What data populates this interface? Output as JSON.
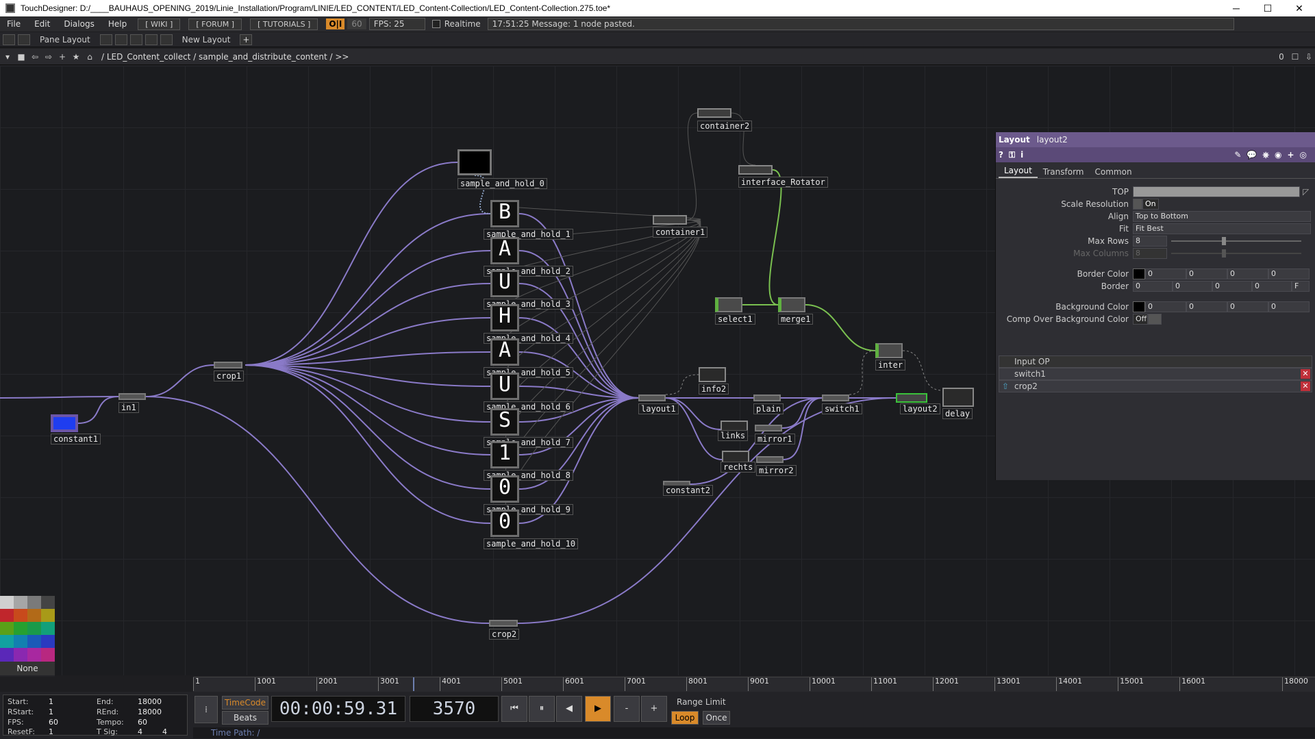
{
  "window": {
    "title": "TouchDesigner: D:/____BAUHAUS_OPENING_2019/Linie_Installation/Program/LINIE/LED_CONTENT/LED_Content-Collection/LED_Content-Collection.275.toe*",
    "minimize": "─",
    "maximize": "☐",
    "close": "✕"
  },
  "menu": {
    "items": [
      "File",
      "Edit",
      "Dialogs",
      "Help"
    ],
    "wiki": "[ WIKI ]",
    "forum": "[ FORUM ]",
    "tutorials": "[ TUTORIALS ]",
    "rt_badge": "O|I",
    "sixty": "60",
    "fps": "FPS:  25",
    "realtime": "Realtime",
    "message": "17:51:25 Message: 1 node pasted."
  },
  "panebar": {
    "pane_layout": "Pane Layout",
    "new_layout": "New Layout",
    "plus": "+"
  },
  "pathbar": {
    "path": "/ LED_Content_collect  /  sample_and_distribute_content  /  >>",
    "right_zero": "0"
  },
  "nodes": [
    {
      "name": "sample_and_hold_0"
    },
    {
      "name": "container2"
    },
    {
      "name": "interface_Rotator"
    },
    {
      "name": "container1"
    },
    {
      "name": "sample_and_hold_1",
      "glyph": "B"
    },
    {
      "name": "sample_and_hold_2",
      "glyph": "A"
    },
    {
      "name": "sample_and_hold_3",
      "glyph": "U"
    },
    {
      "name": "sample_and_hold_4",
      "glyph": "H"
    },
    {
      "name": "sample_and_hold_5",
      "glyph": "A"
    },
    {
      "name": "sample_and_hold_6",
      "glyph": "U"
    },
    {
      "name": "sample_and_hold_7",
      "glyph": "S"
    },
    {
      "name": "sample_and_hold_8",
      "glyph": "1"
    },
    {
      "name": "sample_and_hold_9",
      "glyph": "0"
    },
    {
      "name": "sample_and_hold_10",
      "glyph": "0"
    },
    {
      "name": "crop1"
    },
    {
      "name": "in1"
    },
    {
      "name": "constant1"
    },
    {
      "name": "crop2"
    },
    {
      "name": "select1"
    },
    {
      "name": "merge1"
    },
    {
      "name": "info2"
    },
    {
      "name": "inter"
    },
    {
      "name": "layout1"
    },
    {
      "name": "plain"
    },
    {
      "name": "switch1"
    },
    {
      "name": "layout2"
    },
    {
      "name": "delay"
    },
    {
      "name": "links"
    },
    {
      "name": "mirror1"
    },
    {
      "name": "rechts"
    },
    {
      "name": "mirror2"
    },
    {
      "name": "constant2"
    }
  ],
  "params": {
    "op_type": "Layout",
    "op_name": "layout2",
    "tabs": [
      "Layout",
      "Transform",
      "Common"
    ],
    "top_label": "TOP",
    "scale_resolution_label": "Scale Resolution",
    "scale_resolution_value": "On",
    "align_label": "Align",
    "align_value": "Top to Bottom",
    "fit_label": "Fit",
    "fit_value": "Fit Best",
    "max_rows_label": "Max Rows",
    "max_rows_value": "8",
    "max_columns_label": "Max Columns",
    "max_columns_value": "8",
    "border_color_label": "Border Color",
    "border_color_values": [
      "0",
      "0",
      "0",
      "0"
    ],
    "border_label": "Border",
    "border_values": [
      "0",
      "0",
      "0",
      "0"
    ],
    "border_f": "F",
    "background_color_label": "Background Color",
    "background_color_values": [
      "0",
      "0",
      "0",
      "0"
    ],
    "comp_over_label": "Comp Over Background Color",
    "comp_over_value": "Off",
    "input_op_header": "Input OP",
    "inputs": [
      "switch1",
      "crop2"
    ],
    "remove": "✕"
  },
  "palette": {
    "none_label": "None"
  },
  "timeline": {
    "ticks": [
      "1",
      "1001",
      "2001",
      "3001",
      "4001",
      "5001",
      "6001",
      "7001",
      "8001",
      "9001",
      "10001",
      "11001",
      "12001",
      "13001",
      "14001",
      "15001",
      "16001",
      "18000"
    ]
  },
  "info": {
    "start_k": "Start:",
    "start_v": "1",
    "end_k": "End:",
    "end_v": "18000",
    "rstart_k": "RStart:",
    "rstart_v": "1",
    "rend_k": "REnd:",
    "rend_v": "18000",
    "fps_k": "FPS:",
    "fps_v": "60",
    "tempo_k": "Tempo:",
    "tempo_v": "60",
    "resetf_k": "ResetF:",
    "resetf_v": "1",
    "tsig_k": "T Sig:",
    "tsig_v1": "4",
    "tsig_v2": "4"
  },
  "transport": {
    "timecode": "TimeCode",
    "beats": "Beats",
    "time": "00:00:59.31",
    "frame": "3570",
    "range_limit": "Range Limit",
    "loop": "Loop",
    "once": "Once",
    "minus": "-",
    "plus": "+",
    "time_path": "Time Path: /"
  },
  "colors": {
    "wire": "#8a7ac8",
    "accent_orange": "#d98a2a",
    "param_header": "#6c5a8c",
    "green_flag": "#5fb040"
  }
}
